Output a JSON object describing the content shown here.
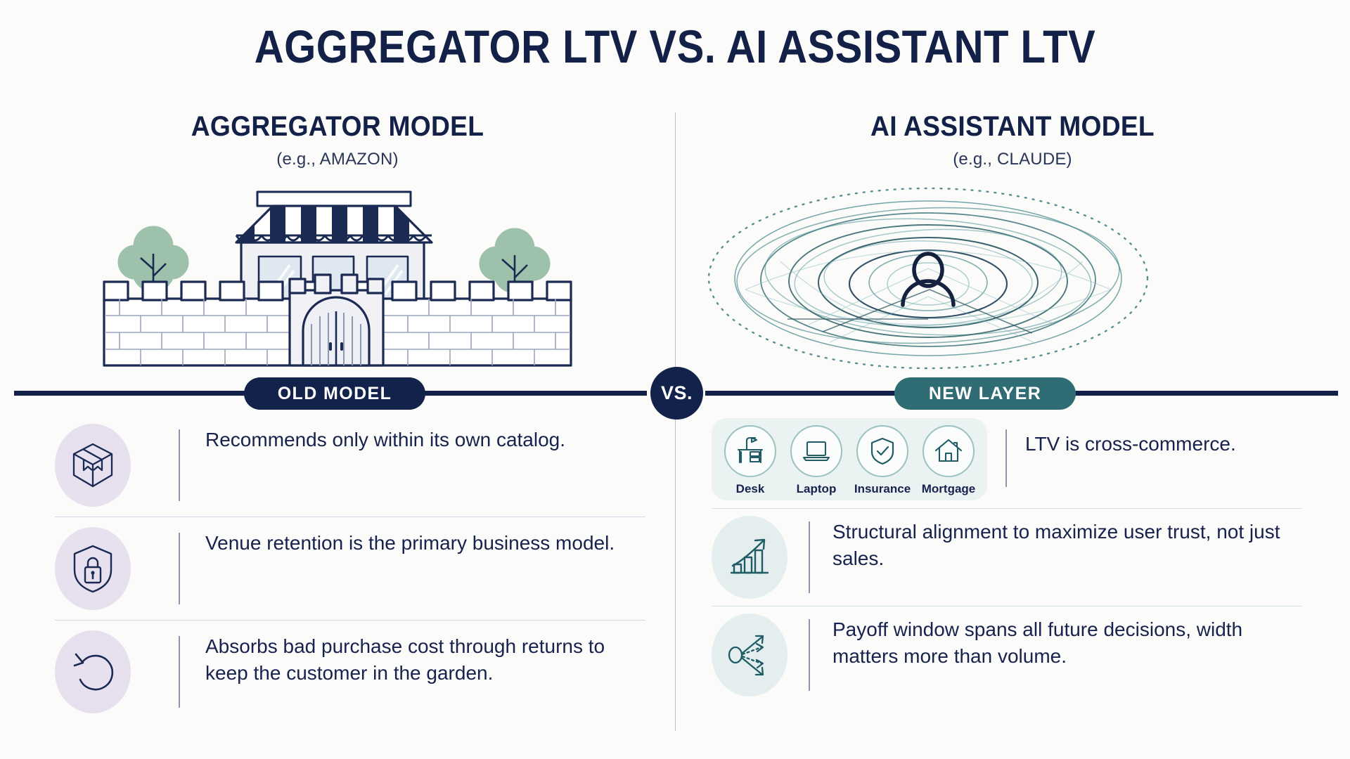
{
  "title": "AGGREGATOR LTV VS. AI ASSISTANT LTV",
  "colors": {
    "background": "#fbfbf9",
    "navy": "#132148",
    "teal": "#2f6c73",
    "lavender_blob": "#e6e0ef",
    "teal_blob": "#e4eeee",
    "tree_green": "#9dc1ab",
    "divider_gray": "#b9bfcb"
  },
  "left_column": {
    "heading": "AGGREGATOR MODEL",
    "subheading": "(e.g., AMAZON)",
    "illustration_name": "walled-garden-storefront",
    "badge": "OLD MODEL",
    "bullets": [
      {
        "icon": "package-box-icon",
        "text": "Recommends only within its own catalog."
      },
      {
        "icon": "shield-lock-icon",
        "text": "Venue retention is the primary business model."
      },
      {
        "icon": "return-arrow-icon",
        "text": "Absorbs bad purchase cost through returns to keep the customer in the garden."
      }
    ]
  },
  "right_column": {
    "heading": "AI ASSISTANT MODEL",
    "subheading": "(e.g., CLAUDE)",
    "illustration_name": "concentric-ripple-person",
    "badge": "NEW LAYER",
    "categories": [
      {
        "icon": "desk-icon",
        "label": "Desk"
      },
      {
        "icon": "laptop-icon",
        "label": "Laptop"
      },
      {
        "icon": "shield-check-icon",
        "label": "Insurance"
      },
      {
        "icon": "house-icon",
        "label": "Mortgage"
      }
    ],
    "bullets": [
      {
        "icon": "category-row",
        "text": "LTV is cross-commerce."
      },
      {
        "icon": "growth-chart-icon",
        "text": "Structural alignment to maximize user trust, not just sales."
      },
      {
        "icon": "branching-arrows-icon",
        "text": "Payoff window spans all future decisions, width matters more than volume."
      }
    ]
  },
  "center": {
    "vs_label": "VS."
  }
}
